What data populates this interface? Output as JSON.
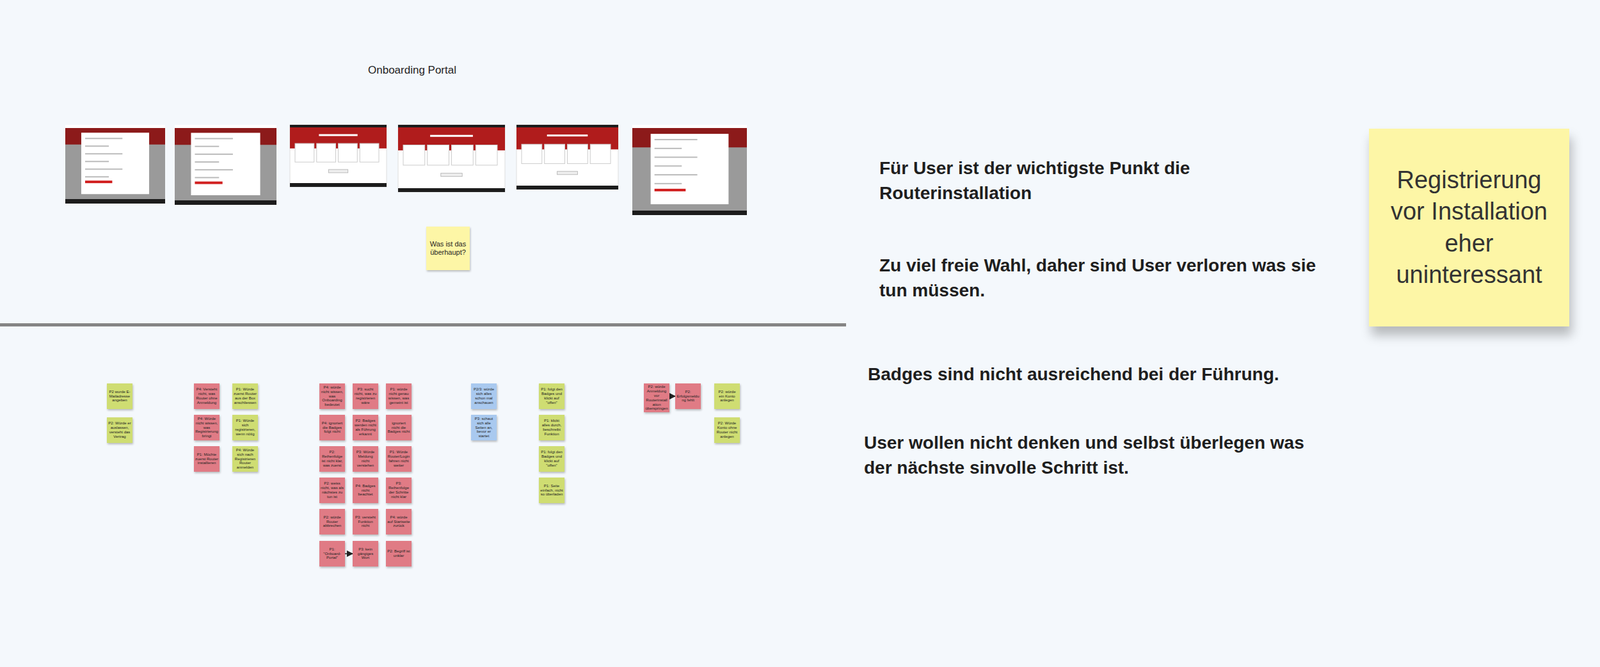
{
  "diagram": {
    "nodes": [
      {
        "text": [
          "Was ist das überhaupt?"
        ]
      },
      {
        "text": [
          "Registrierung vor Installation eher uninteressant"
        ]
      },
      {
        "text": [
          "P2 wurde E-Mailadresse angeben"
        ]
      },
      {
        "text": [
          "P2: Würde er auslassen, versteht das Vertrag"
        ]
      },
      {
        "text": [
          "P4: Versteht nicht, was Router ohne Anmeldung"
        ]
      },
      {
        "text": [
          "P4: Würde nicht wissen, was Registrierung bringt"
        ]
      },
      {
        "text": [
          "P1: Möchte zuerst Router installieren"
        ]
      },
      {
        "text": [
          "P1: Würde zuerst Router aus der Box anschliessen"
        ]
      },
      {
        "text": [
          "P1: Würde sich registrieren, wenn nötig"
        ]
      },
      {
        "text": [
          "P4: Würde sich nach Registrieren Router anmelden"
        ]
      },
      {
        "text": [
          "P4: würde nicht wissen, was Onboarding bedeutet"
        ]
      },
      {
        "text": [
          "P3: sucht nicht, was zu registrieren wäre"
        ]
      },
      {
        "text": [
          "P1: würde nicht genau wissen, was gemeint ist"
        ]
      },
      {
        "text": [
          "P4: ignoriert die Badges folgt nicht"
        ]
      },
      {
        "text": [
          "P2: Badges werden nicht als Führung erkannt"
        ]
      },
      {
        "text": [
          "ignoriert nicht die Badges nicht"
        ]
      },
      {
        "text": [
          "P2: Reihenfolge ist nicht klar, was zuerst"
        ]
      },
      {
        "text": [
          "P3: Würde Meldung nicht verstehen"
        ]
      },
      {
        "text": [
          "P1: Würde Router/Login fahren nicht weiter"
        ]
      },
      {
        "text": [
          "P2: weiss nicht, was als nächstes zu tun ist"
        ]
      },
      {
        "text": [
          "P4: Badges nicht beachtet"
        ]
      },
      {
        "text": [
          "P3: Reihenfolge der Schritte nicht klar"
        ]
      },
      {
        "text": [
          "P2: würde Router abbrechen"
        ]
      },
      {
        "text": [
          "P3: versteht Funktion nicht"
        ]
      },
      {
        "text": [
          "P4: würde auf Startseite zurück"
        ]
      },
      {
        "text": [
          "P1: \"Onboard-Portal\""
        ]
      },
      {
        "text": [
          "P3: kein gängiges Wort"
        ]
      },
      {
        "text": [
          "P2: Begriff ist unklar"
        ]
      },
      {
        "text": [
          "P2/3: würde sich alles schon mal anschauen"
        ]
      },
      {
        "text": [
          "P3: schaut sich alle Seiten an, bevor er startet"
        ]
      },
      {
        "text": [
          "P1: folgt den Badges und klickt auf \"offen\""
        ]
      },
      {
        "text": [
          "P1: klickt alles durch, beschreibt Funktion"
        ]
      },
      {
        "text": [
          "P1: folgt den Badges und klickt auf \"offen\""
        ]
      },
      {
        "text": [
          "P1: Seite einfach, nicht so überladen"
        ]
      },
      {
        "text": [
          "P2: würde Anmeldung vor Routerinstallation überspringen"
        ]
      },
      {
        "text": [
          "P2: Erfolgsmeldung fehlt"
        ]
      },
      {
        "text": [
          "P2: würde ein Konto anlegen"
        ]
      },
      {
        "text": [
          "P2: Würde Konto ohne Router nicht anlegen"
        ]
      }
    ],
    "edges": [
      {
        "from": 25,
        "to": 26,
        "arrow": "to"
      },
      {
        "from": 34,
        "to": 35,
        "arrow": "to"
      }
    ],
    "labels": [
      "Onboarding Portal",
      "Für User ist der wichtigste Punkt die Routerinstallation",
      "Zu viel freie Wahl, daher sind User verloren was sie tun müssen.",
      "Badges sind nicht ausreichend bei der Führung.",
      "User wollen nicht denken und selbst überlegen was der nächste sinvolle Schritt ist."
    ]
  }
}
